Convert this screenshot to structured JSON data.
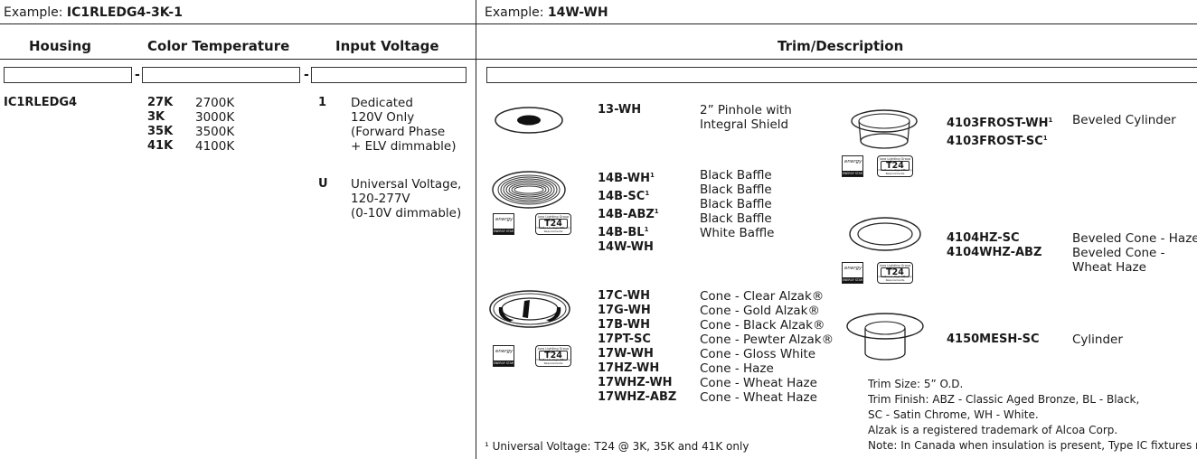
{
  "left": {
    "example_prefix": "Example: ",
    "example_code": "IC1RLEDG4-3K-1",
    "headers": {
      "housing": "Housing",
      "color_temperature": "Color Temperature",
      "input_voltage": "Input Voltage"
    },
    "dash": "-",
    "housing_value": "IC1RLEDG4",
    "color_temps": [
      {
        "code": "27K",
        "value": "2700K"
      },
      {
        "code": "3K",
        "value": "3000K"
      },
      {
        "code": "35K",
        "value": "3500K"
      },
      {
        "code": "41K",
        "value": "4100K"
      }
    ],
    "voltages": [
      {
        "code": "1",
        "lines": [
          "Dedicated",
          "120V Only",
          "(Forward Phase",
          "+ ELV dimmable)"
        ]
      },
      {
        "code": "U",
        "lines": [
          "Universal Voltage,",
          "120-277V",
          "(0-10V dimmable)"
        ]
      }
    ]
  },
  "right": {
    "example_prefix": "Example: ",
    "example_code": "14W-WH",
    "header": "Trim/Description",
    "groups": {
      "pinhole": {
        "codes": [
          "13-WH"
        ],
        "descs": [
          "2” Pinhole with",
          "Integral Shield"
        ]
      },
      "baffle": {
        "codes": [
          "14B-WH",
          "14B-SC",
          "14B-ABZ",
          "14B-BL",
          "14W-WH"
        ],
        "sups": [
          "1",
          "1",
          "1",
          "1",
          ""
        ],
        "descs": [
          "Black Baffle",
          "Black Baffle",
          "Black Baffle",
          "Black Baffle",
          "White Baffle"
        ]
      },
      "cone": {
        "codes": [
          "17C-WH",
          "17G-WH",
          "17B-WH",
          "17PT-SC",
          "17W-WH",
          "17HZ-WH",
          "17WHZ-WH",
          "17WHZ-ABZ"
        ],
        "descs": [
          "Cone - Clear Alzak®",
          "Cone - Gold Alzak®",
          "Cone - Black Alzak®",
          "Cone - Pewter Alzak®",
          "Cone - Gloss White",
          "Cone - Haze",
          "Cone - Wheat Haze",
          "Cone - Wheat Haze"
        ]
      },
      "frost": {
        "codes": [
          "4103FROST-WH",
          "4103FROST-SC"
        ],
        "sups": [
          "1",
          "1"
        ],
        "desc": "Beveled Cylinder"
      },
      "haze": {
        "codes": [
          "4104HZ-SC",
          "4104WHZ-ABZ"
        ],
        "descs": [
          "Beveled Cone - Haze",
          "Beveled Cone -",
          "Wheat Haze"
        ]
      },
      "mesh": {
        "code": "4150MESH-SC",
        "desc": "Cylinder"
      }
    },
    "footnote": "¹ Universal Voltage: T24 @ 3K, 35K and 41K only",
    "notes": [
      "Trim Size: 5” O.D.",
      "Trim Finish: ABZ - Classic Aged Bronze, BL - Black,",
      "SC - Satin Chrome, WH - White.",
      "Alzak is a registered trademark of Alcoa Corp.",
      "Note: In Canada when insulation is present, Type IC fixtures r"
    ],
    "badges": {
      "t24_top": "Juno Lighting Group",
      "t24_mid": "T24",
      "t24_bot": "Certified to High Efficacy Requirements",
      "energy_star_script": "energy",
      "energy_star_bar": "ENERGY STAR"
    }
  },
  "colors": {
    "text": "#1a1a1a",
    "rule": "#222222"
  }
}
